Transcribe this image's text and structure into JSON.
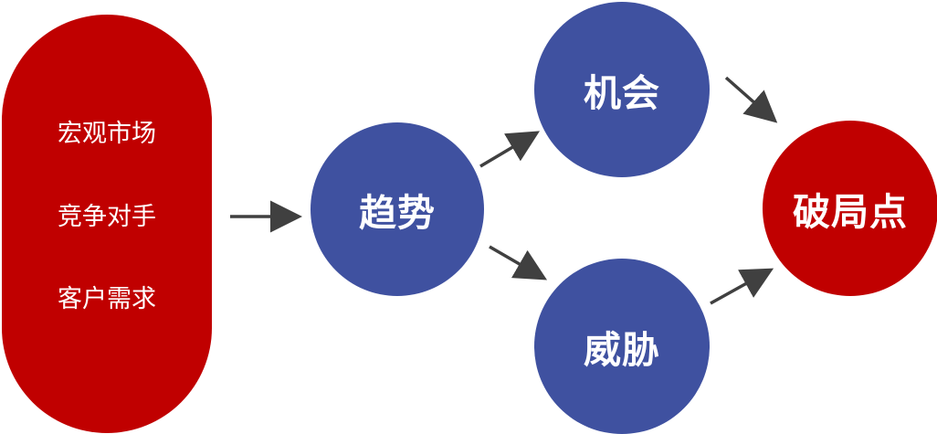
{
  "factors": [
    "宏观市场",
    "竞争对手",
    "客户需求"
  ],
  "nodes": {
    "trend": "趋势",
    "opportunity": "机会",
    "threat": "威胁",
    "breakpoint": "破局点"
  },
  "colors": {
    "red": "#c00000",
    "blue": "#3f51a0",
    "arrow": "#404040",
    "text": "#ffffff"
  }
}
